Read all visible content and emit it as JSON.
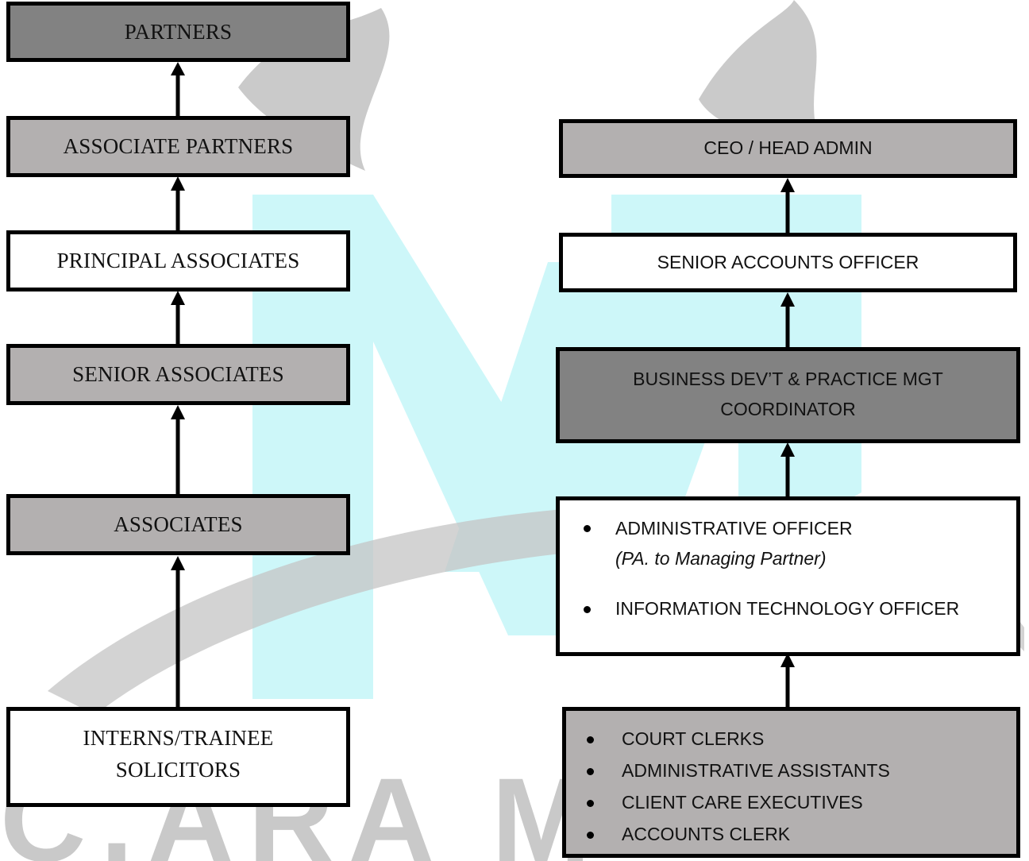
{
  "watermark": {
    "text": "C.ARA M",
    "colors": {
      "letters": "#cdf7f9",
      "arcs": "#c4c4c4",
      "text": "#c9c9c9"
    }
  },
  "left_chain": [
    {
      "label": "PARTNERS"
    },
    {
      "label": "ASSOCIATE PARTNERS"
    },
    {
      "label": "PRINCIPAL ASSOCIATES"
    },
    {
      "label": "SENIOR ASSOCIATES"
    },
    {
      "label": "ASSOCIATES"
    },
    {
      "label": "INTERNS/TRAINEE",
      "label2": "SOLICITORS"
    }
  ],
  "right_chain": {
    "ceo": "CEO / HEAD ADMIN",
    "senior_accounts": "SENIOR ACCOUNTS OFFICER",
    "bizdev_line1": "BUSINESS DEV’T & PRACTICE MGT",
    "bizdev_line2": "COORDINATOR",
    "admin_box": {
      "item1": "ADMINISTRATIVE OFFICER",
      "item1_note": "(PA. to Managing Partner)",
      "item2": "INFORMATION TECHNOLOGY OFFICER"
    },
    "staff_box": [
      "COURT CLERKS",
      "ADMINISTRATIVE ASSISTANTS",
      "CLIENT CARE EXECUTIVES",
      "ACCOUNTS CLERK"
    ]
  }
}
